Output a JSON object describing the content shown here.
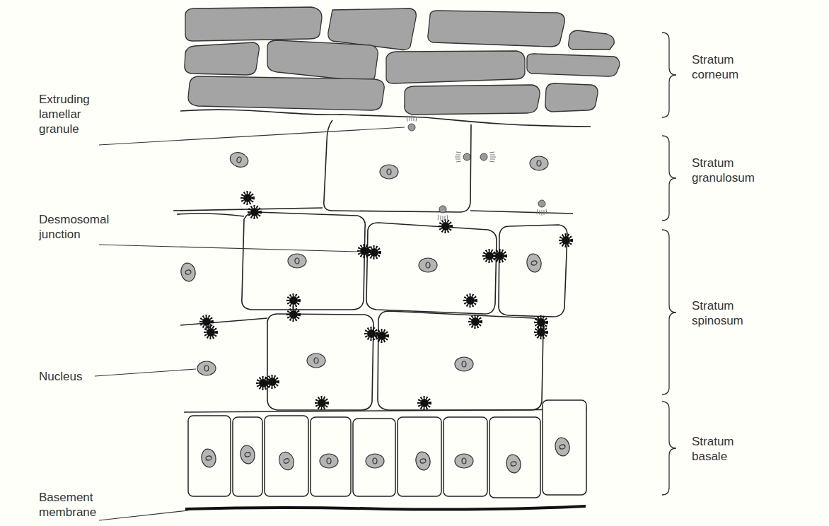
{
  "diagram": {
    "labels": [
      "Extruding lamellar granule",
      "Desmosomal junction",
      "Nucleus",
      "Basement membrane",
      "Stratum corneum",
      "Stratum granulosum",
      "Stratum spinosum",
      "Stratum basale"
    ]
  }
}
